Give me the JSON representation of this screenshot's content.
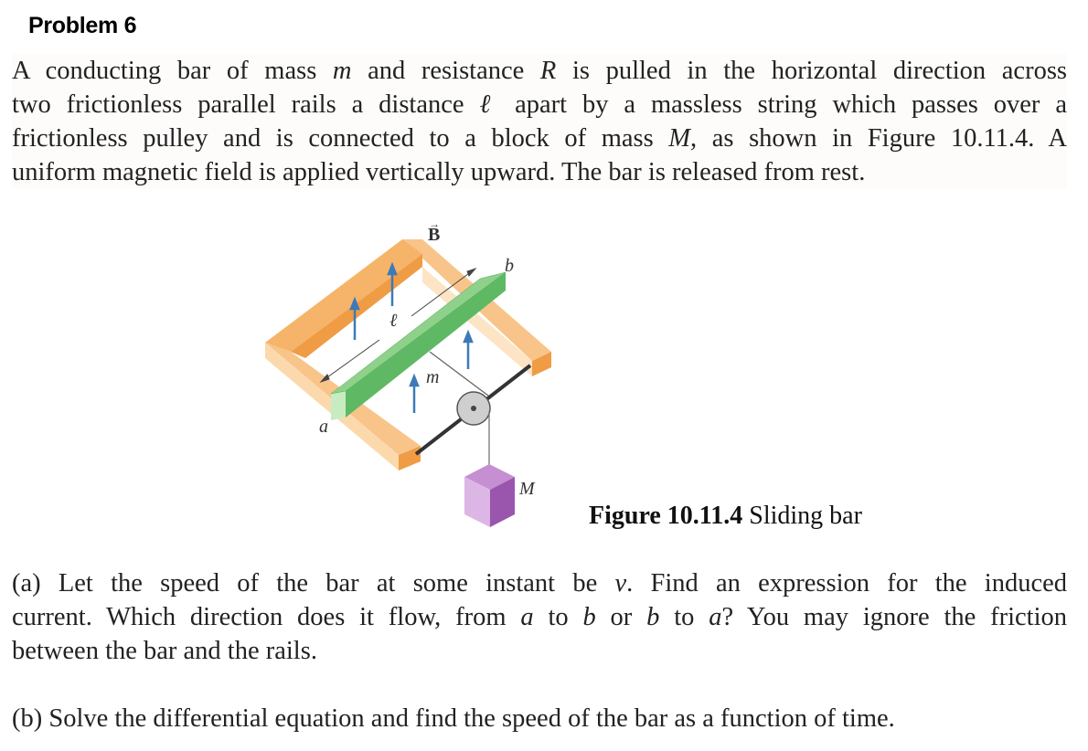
{
  "header": {
    "title": "Problem 6"
  },
  "intro": {
    "lines": [
      [
        "A conducting bar of mass ",
        "m",
        " and resistance ",
        "R",
        " is pulled in the horizontal direction across"
      ],
      [
        "two frictionless parallel rails a distance ",
        "ℓ",
        " apart by a massless string which passes over a"
      ],
      [
        "frictionless pulley and is connected to a block of mass ",
        "M",
        ", as shown in Figure 10.11.4.  A"
      ],
      [
        "uniform magnetic field is applied vertically upward. The bar is released from rest."
      ]
    ]
  },
  "figure": {
    "labels": {
      "field": "B",
      "field_arrow": "→",
      "end_b": "b",
      "length": "ℓ",
      "bar_mass": "m",
      "end_a": "a",
      "block_mass": "M"
    },
    "colors": {
      "rail": "#f6b46a",
      "rail_light": "#fcd9ad",
      "rail_dark": "#ef9c45",
      "bar": "#6cc36c",
      "bar_light": "#bfe6b8",
      "bar_dark": "#4fae57",
      "field_arrow": "#3d7ab8",
      "pulley": "#c8c8c8",
      "axle": "#333333",
      "block": "#b474c4",
      "block_light": "#dcb6e4",
      "block_dark": "#9a55ad"
    },
    "caption": {
      "number": "Figure 10.11.4",
      "title": "Sliding bar"
    }
  },
  "part_a": {
    "lines": [
      [
        "(a) Let the speed of the bar at some instant be ",
        "v",
        ". Find an expression for the induced"
      ],
      [
        "current. Which direction does it flow, from ",
        "a",
        " to ",
        "b",
        " or ",
        "b",
        " to ",
        "a",
        "? You may ignore the friction"
      ],
      [
        "between the bar and the rails."
      ]
    ]
  },
  "part_b": {
    "text": "(b) Solve the differential equation and find the speed of the bar as a function of time."
  }
}
